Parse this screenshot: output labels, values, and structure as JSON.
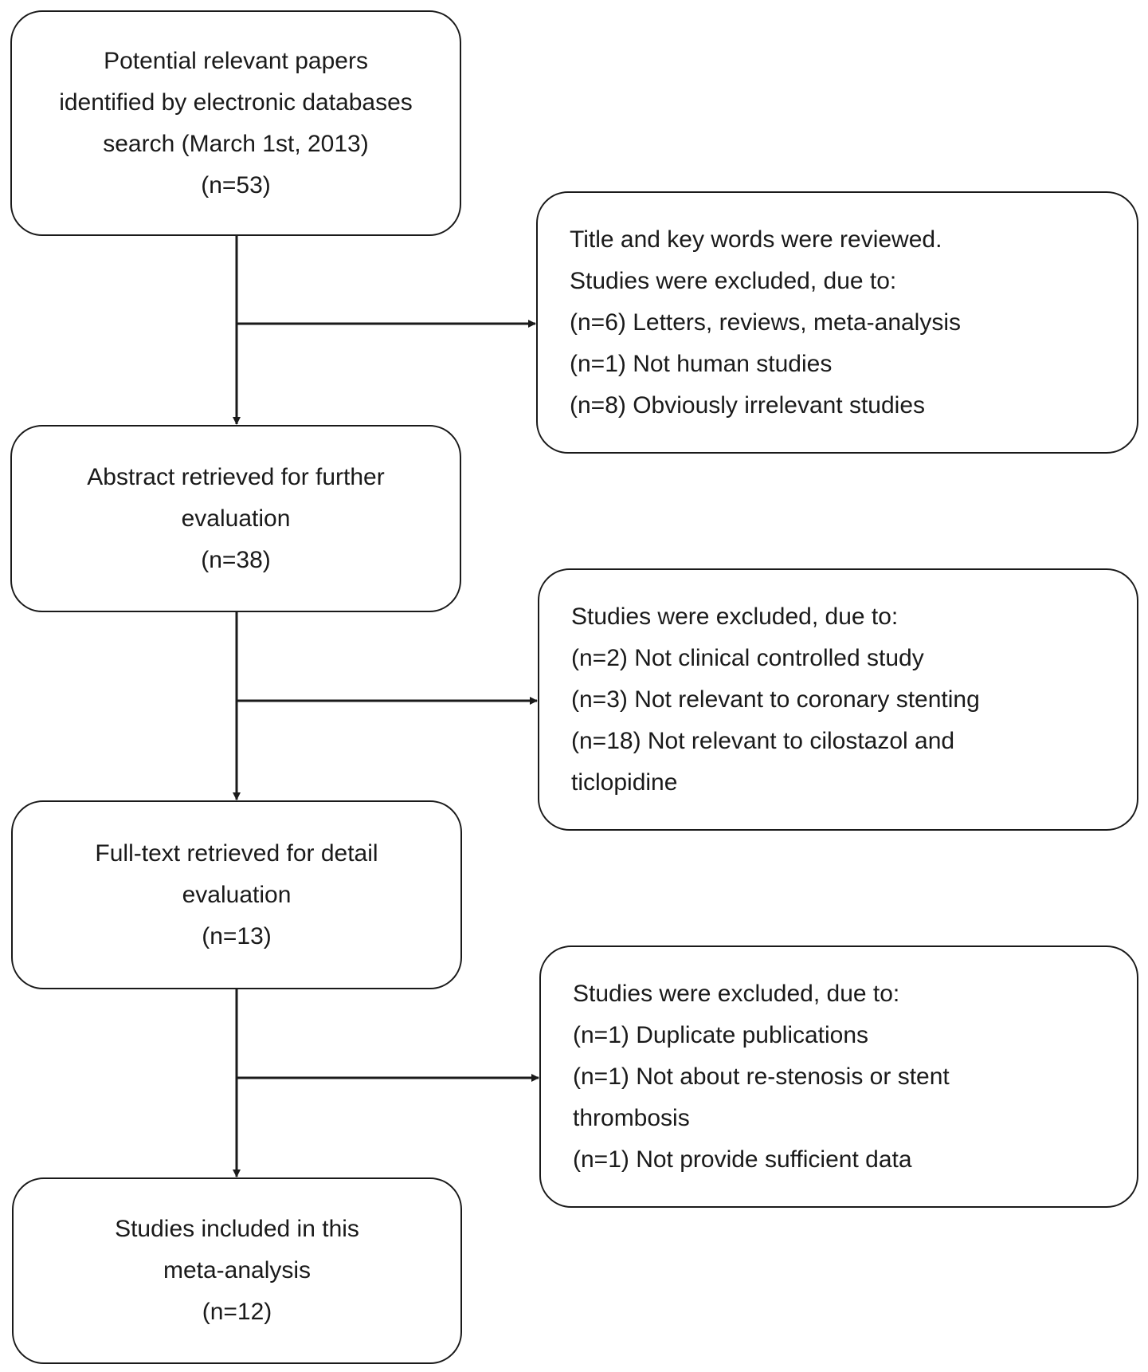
{
  "boxes": {
    "identified": {
      "lines": [
        "Potential relevant papers",
        "identified by electronic databases",
        "search (March 1st, 2013)",
        "(n=53)"
      ]
    },
    "excluded_1": {
      "lines": [
        "Title and key words were reviewed.",
        "Studies were excluded, due to:",
        "(n=6) Letters, reviews, meta-analysis",
        "(n=1) Not human studies",
        "(n=8) Obviously irrelevant studies"
      ]
    },
    "abstract": {
      "lines": [
        "Abstract retrieved for further",
        "evaluation",
        "(n=38)"
      ]
    },
    "excluded_2": {
      "lines": [
        "Studies were excluded, due to:",
        "(n=2) Not clinical controlled study",
        "(n=3) Not relevant to coronary stenting",
        "(n=18) Not relevant to cilostazol and",
        "ticlopidine"
      ]
    },
    "fulltext": {
      "lines": [
        "Full-text retrieved for detail",
        "evaluation",
        "(n=13)"
      ]
    },
    "excluded_3": {
      "lines": [
        "Studies were excluded, due to:",
        "(n=1) Duplicate publications",
        "(n=1) Not about re-stenosis or stent",
        "thrombosis",
        "(n=1) Not provide sufficient data"
      ]
    },
    "included": {
      "lines": [
        "Studies included in this",
        "meta-analysis",
        "(n=12)"
      ]
    }
  }
}
